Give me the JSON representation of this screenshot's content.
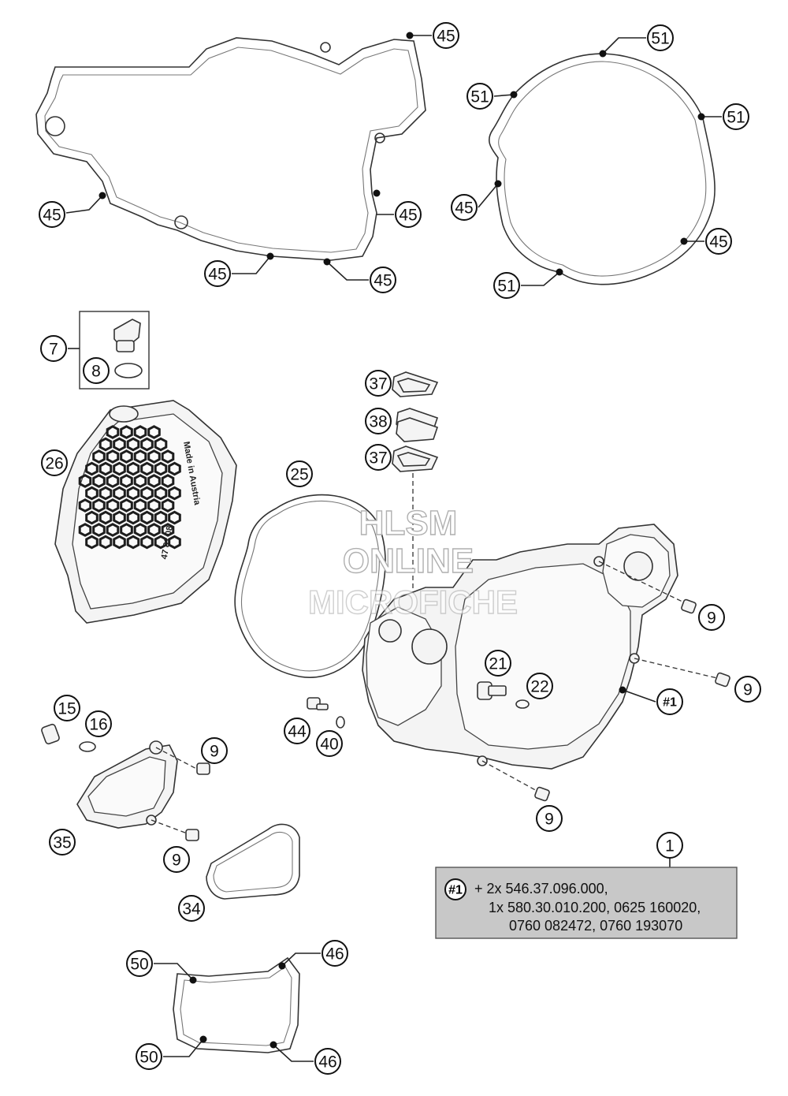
{
  "callouts": [
    {
      "id": "c-45-a",
      "label": "45"
    },
    {
      "id": "c-45-b",
      "label": "45"
    },
    {
      "id": "c-45-c",
      "label": "45"
    },
    {
      "id": "c-45-d",
      "label": "45"
    },
    {
      "id": "c-45-e",
      "label": "45"
    },
    {
      "id": "c-51-a",
      "label": "51"
    },
    {
      "id": "c-51-b",
      "label": "51"
    },
    {
      "id": "c-51-c",
      "label": "51"
    },
    {
      "id": "c-45-f",
      "label": "45"
    },
    {
      "id": "c-45-g",
      "label": "45"
    },
    {
      "id": "c-51-d",
      "label": "51"
    },
    {
      "id": "c-7",
      "label": "7"
    },
    {
      "id": "c-8",
      "label": "8"
    },
    {
      "id": "c-26",
      "label": "26"
    },
    {
      "id": "c-37-a",
      "label": "37"
    },
    {
      "id": "c-38",
      "label": "38"
    },
    {
      "id": "c-37-b",
      "label": "37"
    },
    {
      "id": "c-25",
      "label": "25"
    },
    {
      "id": "c-9-a",
      "label": "9"
    },
    {
      "id": "c-9-b",
      "label": "9"
    },
    {
      "id": "c-21",
      "label": "21"
    },
    {
      "id": "c-22",
      "label": "22"
    },
    {
      "id": "c-ref1",
      "label": "#1"
    },
    {
      "id": "c-15",
      "label": "15"
    },
    {
      "id": "c-16",
      "label": "16"
    },
    {
      "id": "c-9-c",
      "label": "9"
    },
    {
      "id": "c-44",
      "label": "44"
    },
    {
      "id": "c-40",
      "label": "40"
    },
    {
      "id": "c-9-d",
      "label": "9"
    },
    {
      "id": "c-35",
      "label": "35"
    },
    {
      "id": "c-9-e",
      "label": "9"
    },
    {
      "id": "c-34",
      "label": "34"
    },
    {
      "id": "c-1",
      "label": "1"
    },
    {
      "id": "c-50-a",
      "label": "50"
    },
    {
      "id": "c-46-a",
      "label": "46"
    },
    {
      "id": "c-50-b",
      "label": "50"
    },
    {
      "id": "c-46-b",
      "label": "46"
    }
  ],
  "note": {
    "ref": "#1",
    "line1": "+ 2x 546.37.096.000,",
    "line2": "1x 580.30.010.200, 0625 160020,",
    "line3": "0760 082472, 0760 193070"
  },
  "watermark": {
    "line1": "HLSM",
    "line2": "ONLINE",
    "line3": "MICROFICHE"
  },
  "cover_emboss": {
    "made_in": "Made in Austria",
    "code": "47 81 08"
  }
}
